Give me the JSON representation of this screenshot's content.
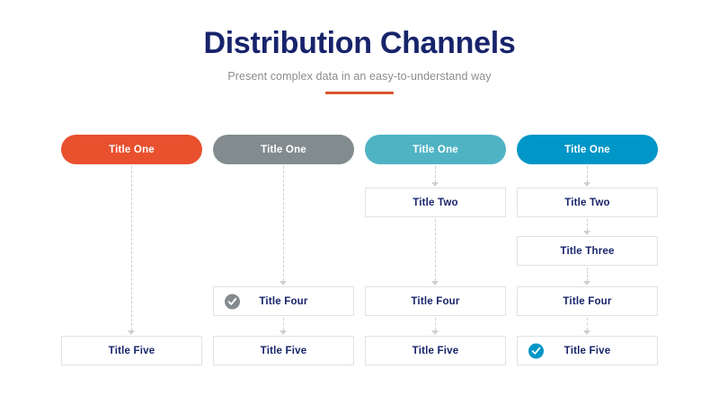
{
  "header": {
    "title": "Distribution Channels",
    "subtitle": "Present complex data in an easy-to-understand way",
    "accent_color": "#D9532C",
    "title_color": "#17246B",
    "subtitle_color": "#8C8C8C"
  },
  "chart_data": {
    "type": "table",
    "title": "Distribution Channels",
    "columns": [
      {
        "header": "Title One",
        "color": "#E8502E",
        "rows": [
          {
            "label": "",
            "present": false
          },
          {
            "label": "",
            "present": false
          },
          {
            "label": "",
            "present": false
          },
          {
            "label": "Title Five",
            "present": true,
            "badge": null
          }
        ]
      },
      {
        "header": "Title One",
        "color": "#828C8F",
        "rows": [
          {
            "label": "",
            "present": false
          },
          {
            "label": "",
            "present": false
          },
          {
            "label": "Title Four",
            "present": true,
            "badge": "#828C8F"
          },
          {
            "label": "Title Five",
            "present": true,
            "badge": null
          }
        ]
      },
      {
        "header": "Title One",
        "color": "#4FB3C4",
        "rows": [
          {
            "label": "Title Two",
            "present": true,
            "badge": null
          },
          {
            "label": "",
            "present": false
          },
          {
            "label": "Title Four",
            "present": true,
            "badge": null
          },
          {
            "label": "Title Five",
            "present": true,
            "badge": null
          }
        ]
      },
      {
        "header": "Title One",
        "color": "#0096C7",
        "rows": [
          {
            "label": "Title Two",
            "present": true,
            "badge": null
          },
          {
            "label": "Title Three",
            "present": true,
            "badge": null
          },
          {
            "label": "Title Four",
            "present": true,
            "badge": null
          },
          {
            "label": "Title Five",
            "present": true,
            "badge": "#0096C7"
          }
        ]
      }
    ],
    "row_labels": [
      "Title Two",
      "Title Three",
      "Title Four",
      "Title Five"
    ],
    "connector_color": "#CFCFCF",
    "cell_border_color": "#E2E2E2",
    "cell_text_color": "#17246B"
  }
}
